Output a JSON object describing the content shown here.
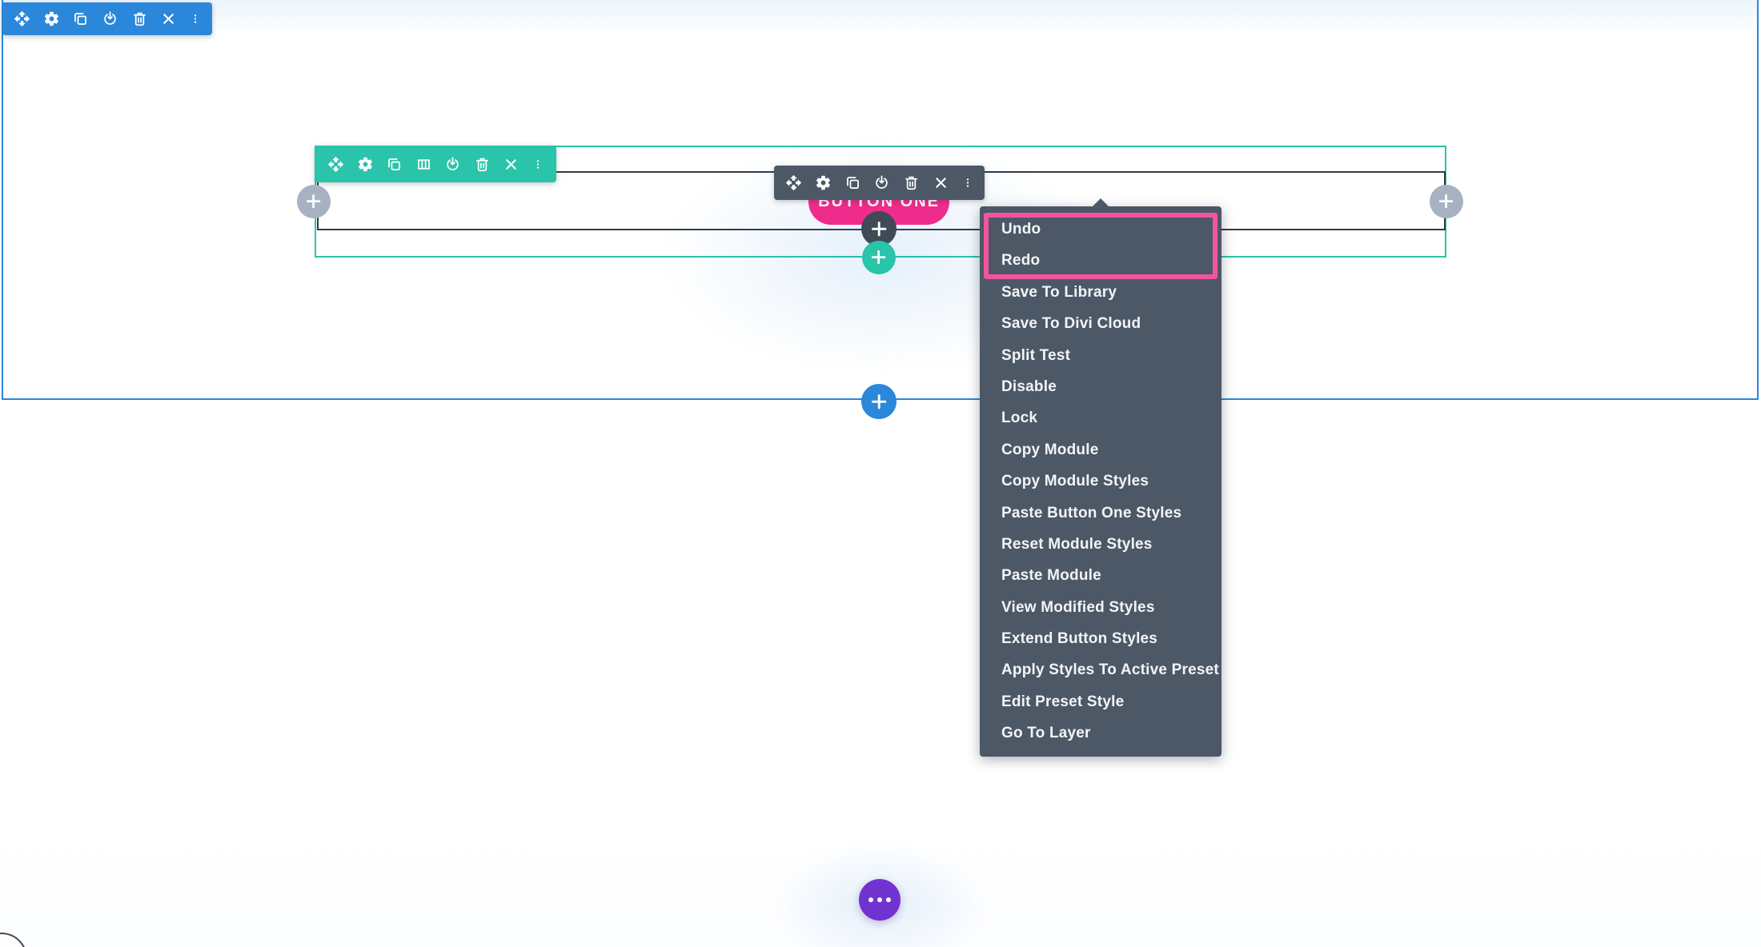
{
  "section": {
    "border_color": "#2b87da"
  },
  "row": {
    "border_color": "#29c4a9"
  },
  "module": {
    "border_color": "#313a46"
  },
  "section_toolbar": {
    "color": "#2b87da",
    "icons": [
      "move",
      "settings",
      "duplicate",
      "save",
      "delete",
      "close",
      "more"
    ]
  },
  "row_toolbar": {
    "color": "#29c4a9",
    "icons": [
      "move",
      "settings",
      "duplicate",
      "columns",
      "save",
      "delete",
      "close",
      "more"
    ]
  },
  "module_toolbar": {
    "color": "#4c5866",
    "icons": [
      "move",
      "settings",
      "duplicate",
      "save",
      "delete",
      "close",
      "more"
    ]
  },
  "button_module": {
    "label": "BUTTON ONE",
    "background": "#ef2c8c",
    "text_color": "#ffffff"
  },
  "add_buttons": {
    "left_column_color": "#a6b2c1",
    "right_column_color": "#a6b2c1",
    "add_module_color": "#404a56",
    "add_row_color": "#29c4a9",
    "add_section_color": "#2b87da"
  },
  "page_settings_button": {
    "color": "#7133d0",
    "icon": "ellipsis"
  },
  "context_menu": {
    "background": "#4c5866",
    "text_color": "#f2f4f7",
    "highlight_border_color": "#f4549f",
    "highlighted_items": [
      "Undo",
      "Redo"
    ],
    "items": [
      "Undo",
      "Redo",
      "Save To Library",
      "Save To Divi Cloud",
      "Split Test",
      "Disable",
      "Lock",
      "Copy Module",
      "Copy Module Styles",
      "Paste Button One Styles",
      "Reset Module Styles",
      "Paste Module",
      "View Modified Styles",
      "Extend Button Styles",
      "Apply Styles To Active Preset",
      "Edit Preset Style",
      "Go To Layer"
    ]
  }
}
